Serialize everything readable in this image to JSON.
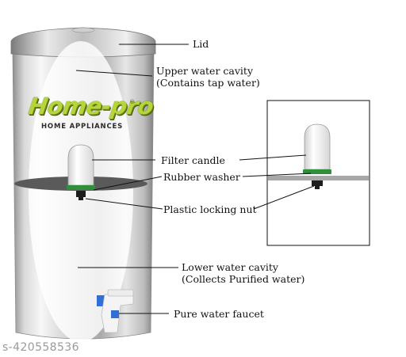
{
  "brand": {
    "logo_text": "Home-pro",
    "logo_mark": "®",
    "tagline": "HOME APPLIANCES",
    "logo_color": "#b6d53a"
  },
  "labels": {
    "lid": "Lid",
    "upper_cavity": "Upper water cavity",
    "upper_cavity_note": "(Contains tap water)",
    "filter_candle": "Filter candle",
    "rubber_washer": "Rubber washer",
    "locking_nut": "Plastic locking nut",
    "lower_cavity": "Lower water cavity",
    "lower_cavity_note": "(Collects Purified water)",
    "faucet": "Pure water faucet"
  },
  "watermark": "s-420558536",
  "colors": {
    "steel_light": "#f2f2f2",
    "steel_dark": "#8c8c8c",
    "washer_green": "#2f8f3a",
    "partition_gray": "#5a5a5a",
    "faucet_blue": "#2f6fd6"
  }
}
